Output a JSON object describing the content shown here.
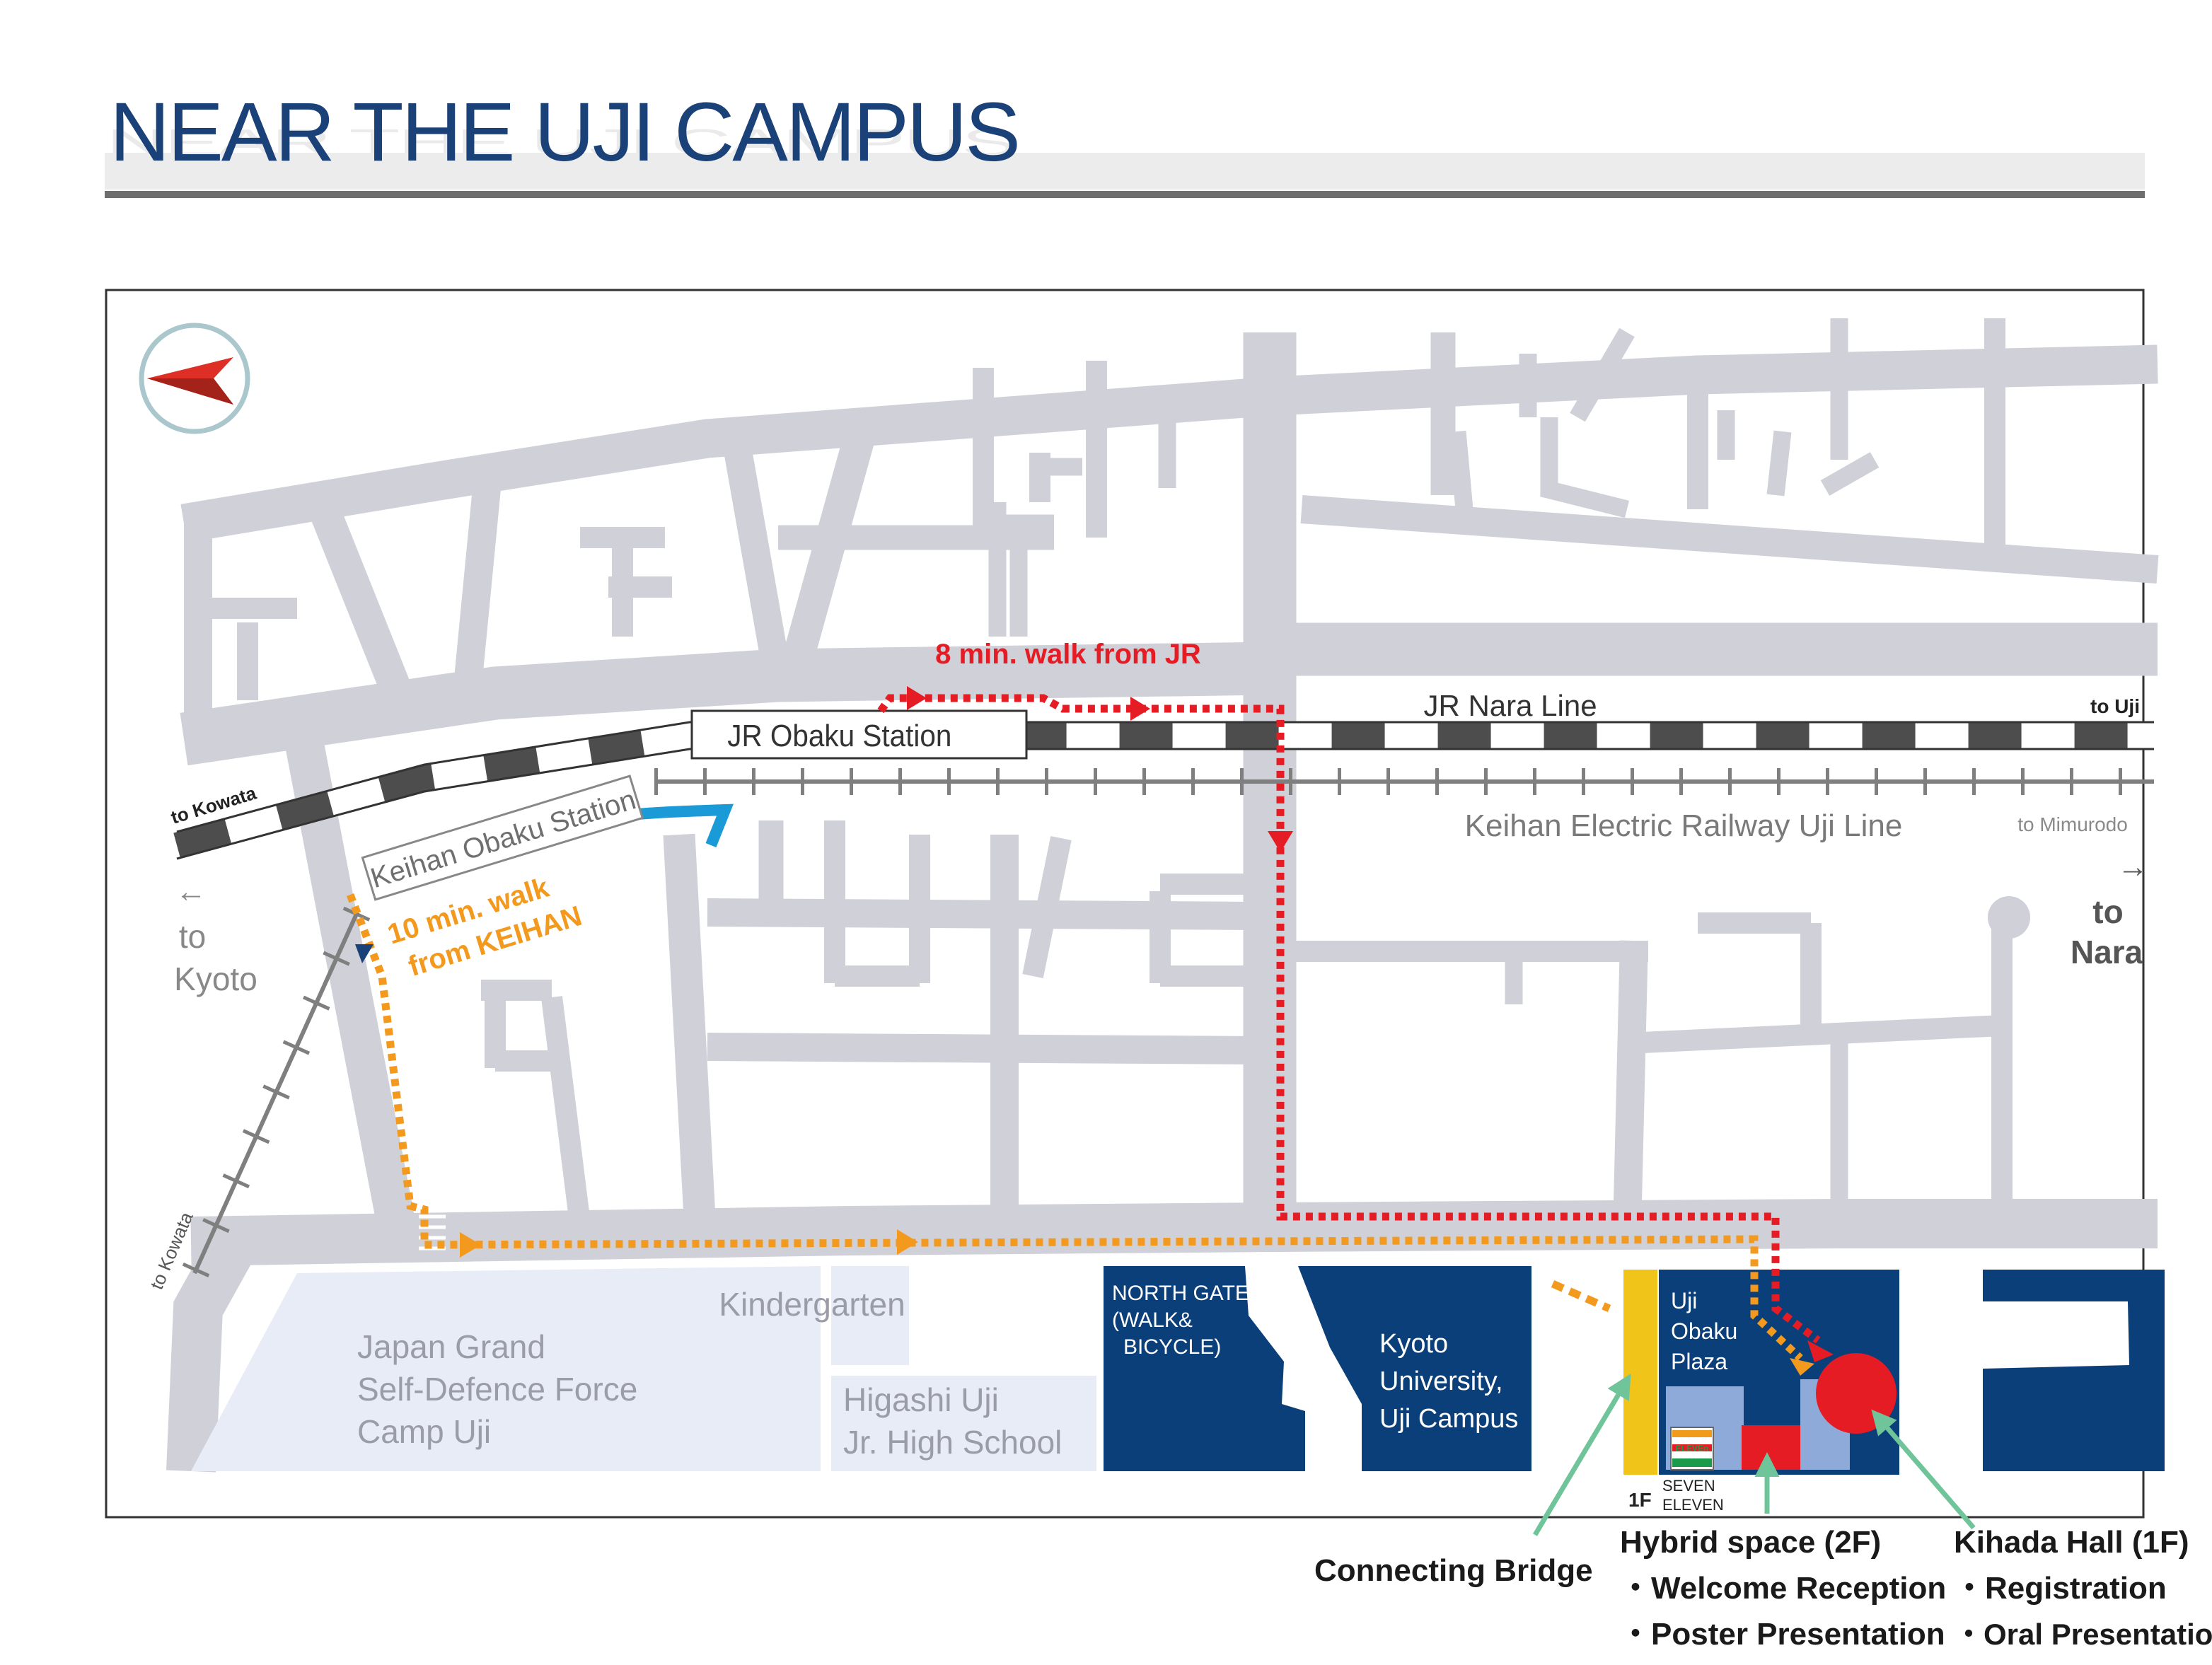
{
  "page": {
    "title": "NEAR THE UJI CAMPUS"
  },
  "colors": {
    "title": "#1a4278",
    "road": "#cfd0d8",
    "building": "#0b3f7a",
    "area": "#e8ecf7",
    "route_jr": "#e61c24",
    "route_keihan": "#f39a1e",
    "pointer": "#6fc49a",
    "bridge": "#f0c419",
    "hall": "#e61c24",
    "platform": "#1a9ad6"
  },
  "icons": {
    "compass": "compass-icon",
    "seven_eleven": "seven-eleven-logo-icon"
  },
  "map": {
    "railways": {
      "jr_line": "JR Nara Line",
      "jr_station": "JR Obaku Station",
      "keihan_line": "Keihan Electric Railway Uji Line",
      "keihan_station": "Keihan Obaku Station",
      "to_uji": "to Uji",
      "to_kowata_top": "to Kowata",
      "to_kowata_bottom": "to Kowata",
      "to_mimurodo": "to Mimurodo"
    },
    "directions": {
      "left_arrow": "←",
      "left_line1": "to",
      "left_line2": "Kyoto",
      "right_arrow": "→",
      "right_line1": "to",
      "right_line2": "Nara"
    },
    "routes": {
      "jr_walk": "8 min. walk from JR",
      "keihan_walk_line1": "10 min. walk",
      "keihan_walk_line2": "from KEIHAN"
    },
    "areas": {
      "sdf_line1": "Japan Grand",
      "sdf_line2": "Self-Defence Force",
      "sdf_line3": "Camp Uji",
      "kindergarten": "Kindergarten",
      "higashi_line1": "Higashi Uji",
      "higashi_line2": "Jr. High School"
    },
    "buildings": {
      "north_gate_line1": "NORTH GATE",
      "north_gate_line2": "(WALK&",
      "north_gate_line3": "BICYCLE)",
      "campus_line1": "Kyoto",
      "campus_line2": "University,",
      "campus_line3": "Uji Campus",
      "plaza_line1": "Uji",
      "plaza_line2": "Obaku",
      "plaza_line3": "Plaza",
      "floor": "1F",
      "seven_line1": "SEVEN",
      "seven_line2": "ELEVEN",
      "logo_text": "ELEVEn"
    }
  },
  "callouts": {
    "bridge": "Connecting Bridge",
    "hybrid_title": "Hybrid space (2F)",
    "hybrid_item1": "・Welcome Reception",
    "hybrid_item2": "・Poster Presentation",
    "kihada_title": "Kihada Hall (1F)",
    "kihada_item1": "・Registration",
    "kihada_item2": "・Oral Presentation"
  }
}
